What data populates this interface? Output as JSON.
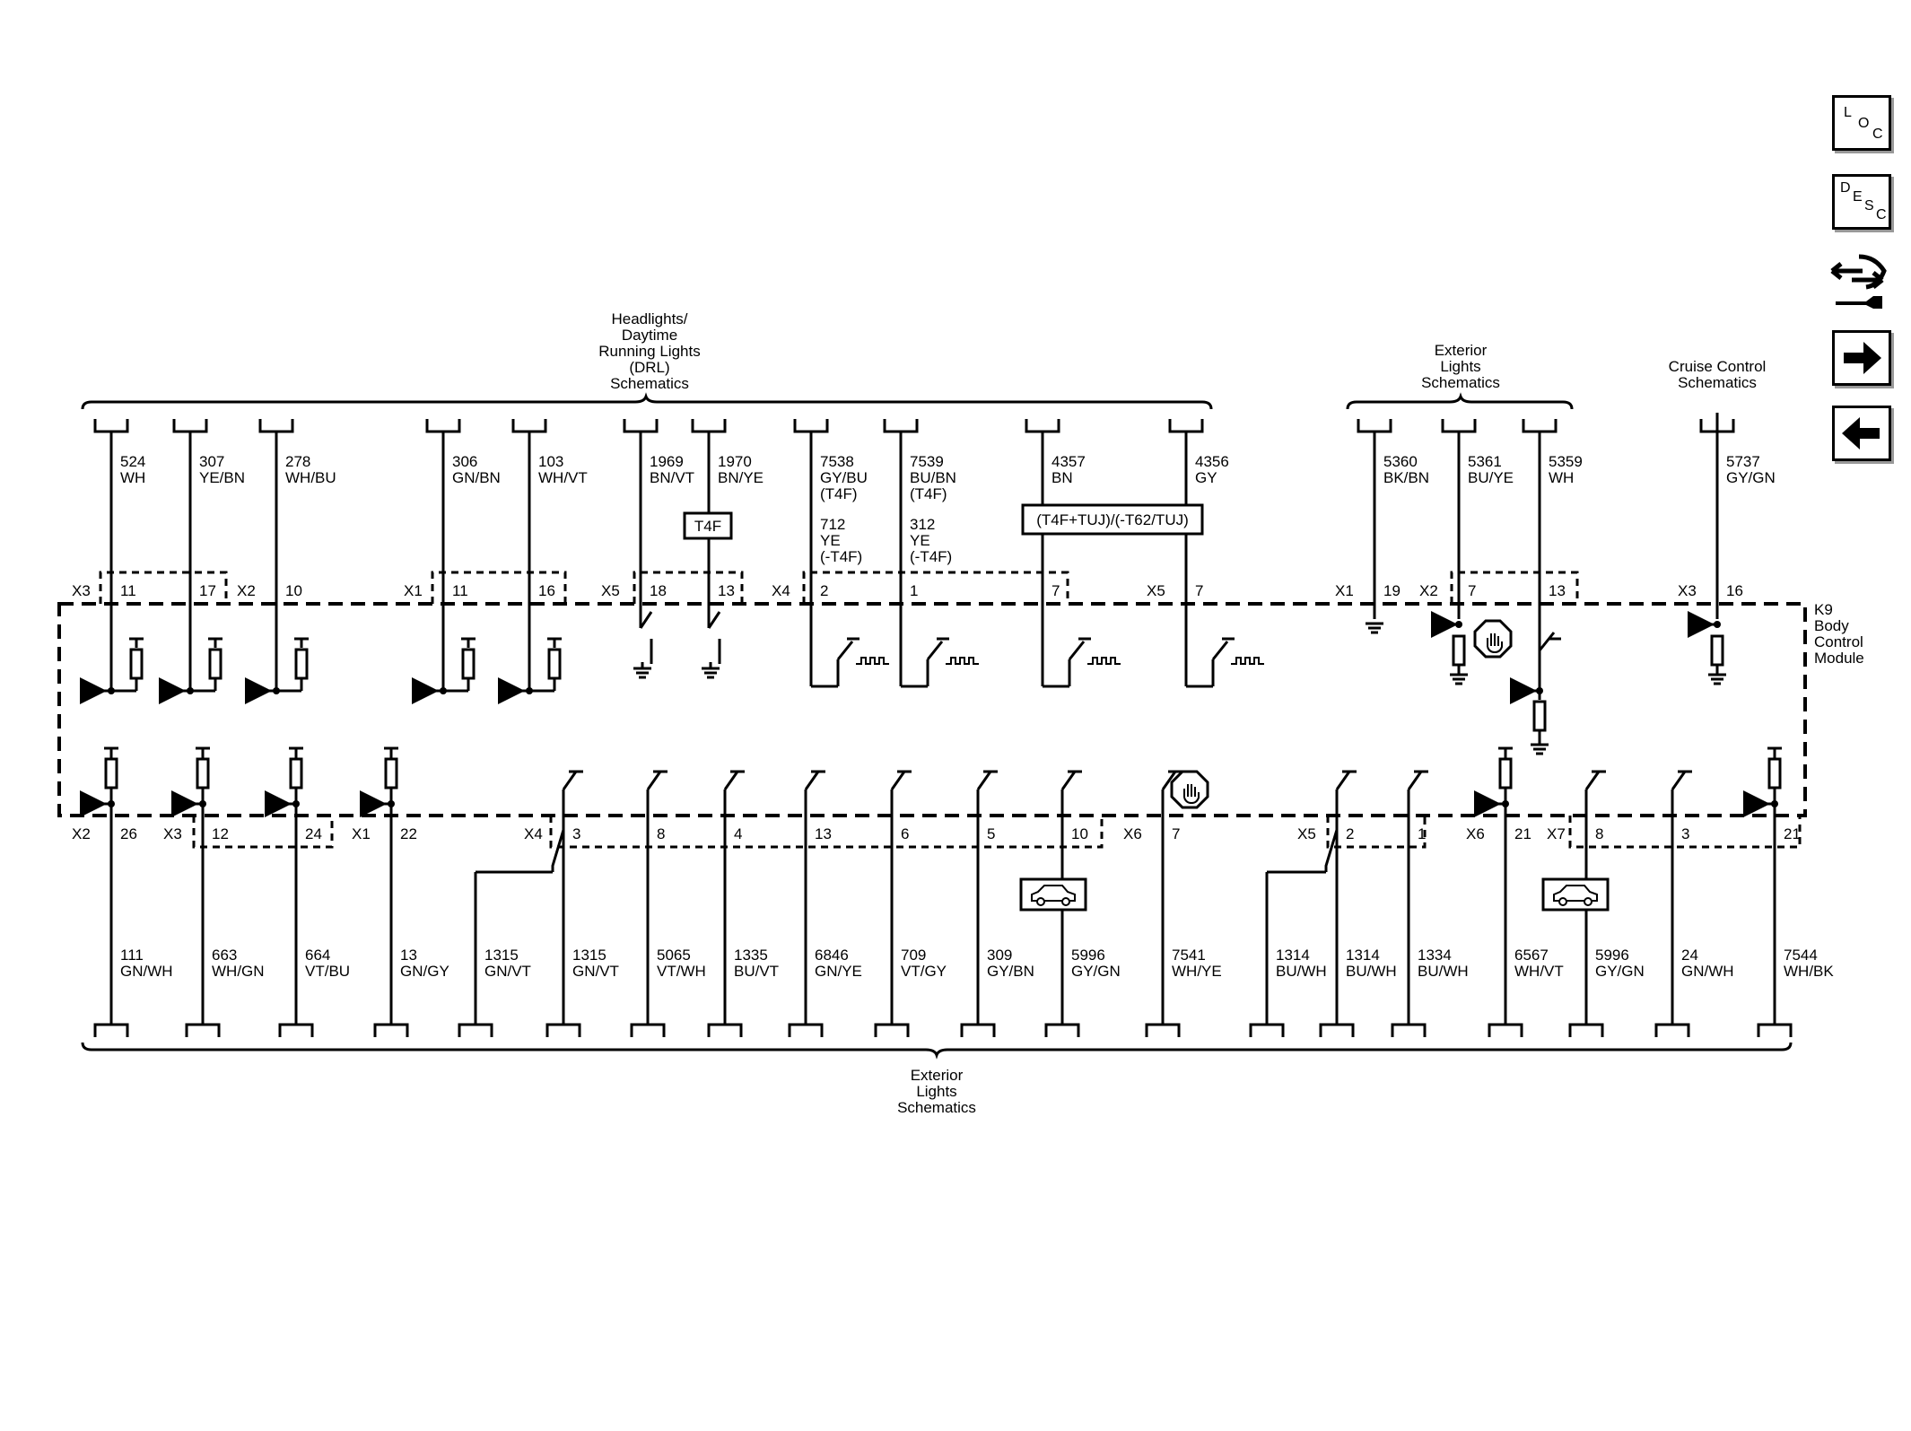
{
  "headers": {
    "top_main": [
      "Headlights/",
      "Daytime",
      "Running Lights",
      "(DRL)",
      "Schematics"
    ],
    "top_ext": [
      "Exterior",
      "Lights",
      "Schematics"
    ],
    "top_cruise": [
      "Cruise Control",
      "Schematics"
    ],
    "bottom": [
      "Exterior",
      "Lights",
      "Schematics"
    ]
  },
  "module": [
    "K9",
    "Body",
    "Control",
    "Module"
  ],
  "option_boxes": {
    "t4f": "T4F",
    "cond": "(T4F+TUJ)/(-T62/TUJ)"
  },
  "top_wires": [
    {
      "circuit": "524",
      "color": "WH",
      "conn": "X3",
      "pin": "11",
      "term": "pullup"
    },
    {
      "circuit": "307",
      "color": "YE/BN",
      "conn": "",
      "pin": "17",
      "term": "pullup"
    },
    {
      "circuit": "278",
      "color": "WH/BU",
      "conn": "X2",
      "pin": "10",
      "term": "pullup"
    },
    {
      "circuit": "306",
      "color": "GN/BN",
      "conn": "X1",
      "pin": "11",
      "term": "pullup"
    },
    {
      "circuit": "103",
      "color": "WH/VT",
      "conn": "",
      "pin": "16",
      "term": "pullup"
    },
    {
      "circuit": "1969",
      "color": "BN/VT",
      "conn": "X5",
      "pin": "18",
      "term": "switch_gnd"
    },
    {
      "circuit": "1970",
      "color": "BN/YE",
      "conn": "",
      "pin": "13",
      "term": "switch_gnd"
    },
    {
      "circuit": "7538",
      "color": "GY/BU",
      "note": "(T4F)",
      "alt_circuit": "712",
      "alt_color": "YE",
      "alt_note": "(-T4F)",
      "conn": "X4",
      "pin": "2",
      "term": "pwm"
    },
    {
      "circuit": "7539",
      "color": "BU/BN",
      "note": "(T4F)",
      "alt_circuit": "312",
      "alt_color": "YE",
      "alt_note": "(-T4F)",
      "conn": "",
      "pin": "1",
      "term": "pwm"
    },
    {
      "circuit": "4357",
      "color": "BN",
      "conn": "",
      "pin": "7",
      "term": "pwm"
    },
    {
      "circuit": "4356",
      "color": "GY",
      "conn": "X5",
      "pin": "7",
      "term": "pwm"
    },
    {
      "circuit": "5360",
      "color": "BK/BN",
      "conn": "X1",
      "pin": "19",
      "term": "ground"
    },
    {
      "circuit": "5361",
      "color": "BU/YE",
      "conn": "X2",
      "pin": "7",
      "term": "pulldown_hand"
    },
    {
      "circuit": "5359",
      "color": "WH",
      "conn": "",
      "pin": "13",
      "term": "switch_pulldown"
    },
    {
      "circuit": "5737",
      "color": "GY/GN",
      "conn": "X3",
      "pin": "16",
      "term": "pulldown"
    }
  ],
  "bottom_wires": [
    {
      "circuit": "111",
      "color": "GN/WH",
      "conn": "X2",
      "pin": "26",
      "term": "pullup"
    },
    {
      "circuit": "663",
      "color": "WH/GN",
      "conn": "X3",
      "pin": "12",
      "term": "pullup"
    },
    {
      "circuit": "664",
      "color": "VT/BU",
      "conn": "",
      "pin": "24",
      "term": "pullup"
    },
    {
      "circuit": "13",
      "color": "GN/GY",
      "conn": "X1",
      "pin": "22",
      "term": "pullup"
    },
    {
      "circuit": "1315",
      "color": "GN/VT",
      "conn": "",
      "pin": "",
      "term": "splice"
    },
    {
      "circuit": "1315",
      "color": "GN/VT",
      "conn": "X4",
      "pin": "3",
      "term": "switch"
    },
    {
      "circuit": "5065",
      "color": "VT/WH",
      "conn": "",
      "pin": "8",
      "term": "switch"
    },
    {
      "circuit": "1335",
      "color": "BU/VT",
      "conn": "",
      "pin": "4",
      "term": "switch"
    },
    {
      "circuit": "6846",
      "color": "GN/YE",
      "conn": "",
      "pin": "13",
      "term": "switch"
    },
    {
      "circuit": "709",
      "color": "VT/GY",
      "conn": "",
      "pin": "6",
      "term": "switch"
    },
    {
      "circuit": "309",
      "color": "GY/BN",
      "conn": "",
      "pin": "5",
      "term": "switch"
    },
    {
      "circuit": "5996",
      "color": "GY/GN",
      "conn": "",
      "pin": "10",
      "term": "switch_car"
    },
    {
      "circuit": "7541",
      "color": "WH/YE",
      "conn": "X6",
      "pin": "7",
      "term": "switch_hand"
    },
    {
      "circuit": "1314",
      "color": "BU/WH",
      "conn": "",
      "pin": "",
      "term": "splice"
    },
    {
      "circuit": "1314",
      "color": "BU/WH",
      "conn": "X5",
      "pin": "2",
      "term": "switch"
    },
    {
      "circuit": "1334",
      "color": "BU/WH",
      "conn": "",
      "pin": "1",
      "term": "switch"
    },
    {
      "circuit": "6567",
      "color": "WH/VT",
      "conn": "X6",
      "pin": "21",
      "term": "pullup"
    },
    {
      "circuit": "5996",
      "color": "GY/GN",
      "conn": "X7",
      "pin": "8",
      "term": "switch_car"
    },
    {
      "circuit": "24",
      "color": "GN/WH",
      "conn": "",
      "pin": "3",
      "term": "switch"
    },
    {
      "circuit": "7544",
      "color": "WH/BK",
      "conn": "",
      "pin": "21",
      "term": "pullup"
    }
  ],
  "side_buttons": [
    {
      "name": "loc-button",
      "letters": [
        "L",
        "O",
        "C"
      ]
    },
    {
      "name": "desc-button",
      "letters": [
        "D",
        "E",
        "S",
        "C"
      ]
    },
    {
      "name": "connector-repair-icon"
    },
    {
      "name": "next-arrow-icon",
      "glyph": "➡"
    },
    {
      "name": "back-arrow-icon",
      "glyph": "⬅"
    }
  ]
}
